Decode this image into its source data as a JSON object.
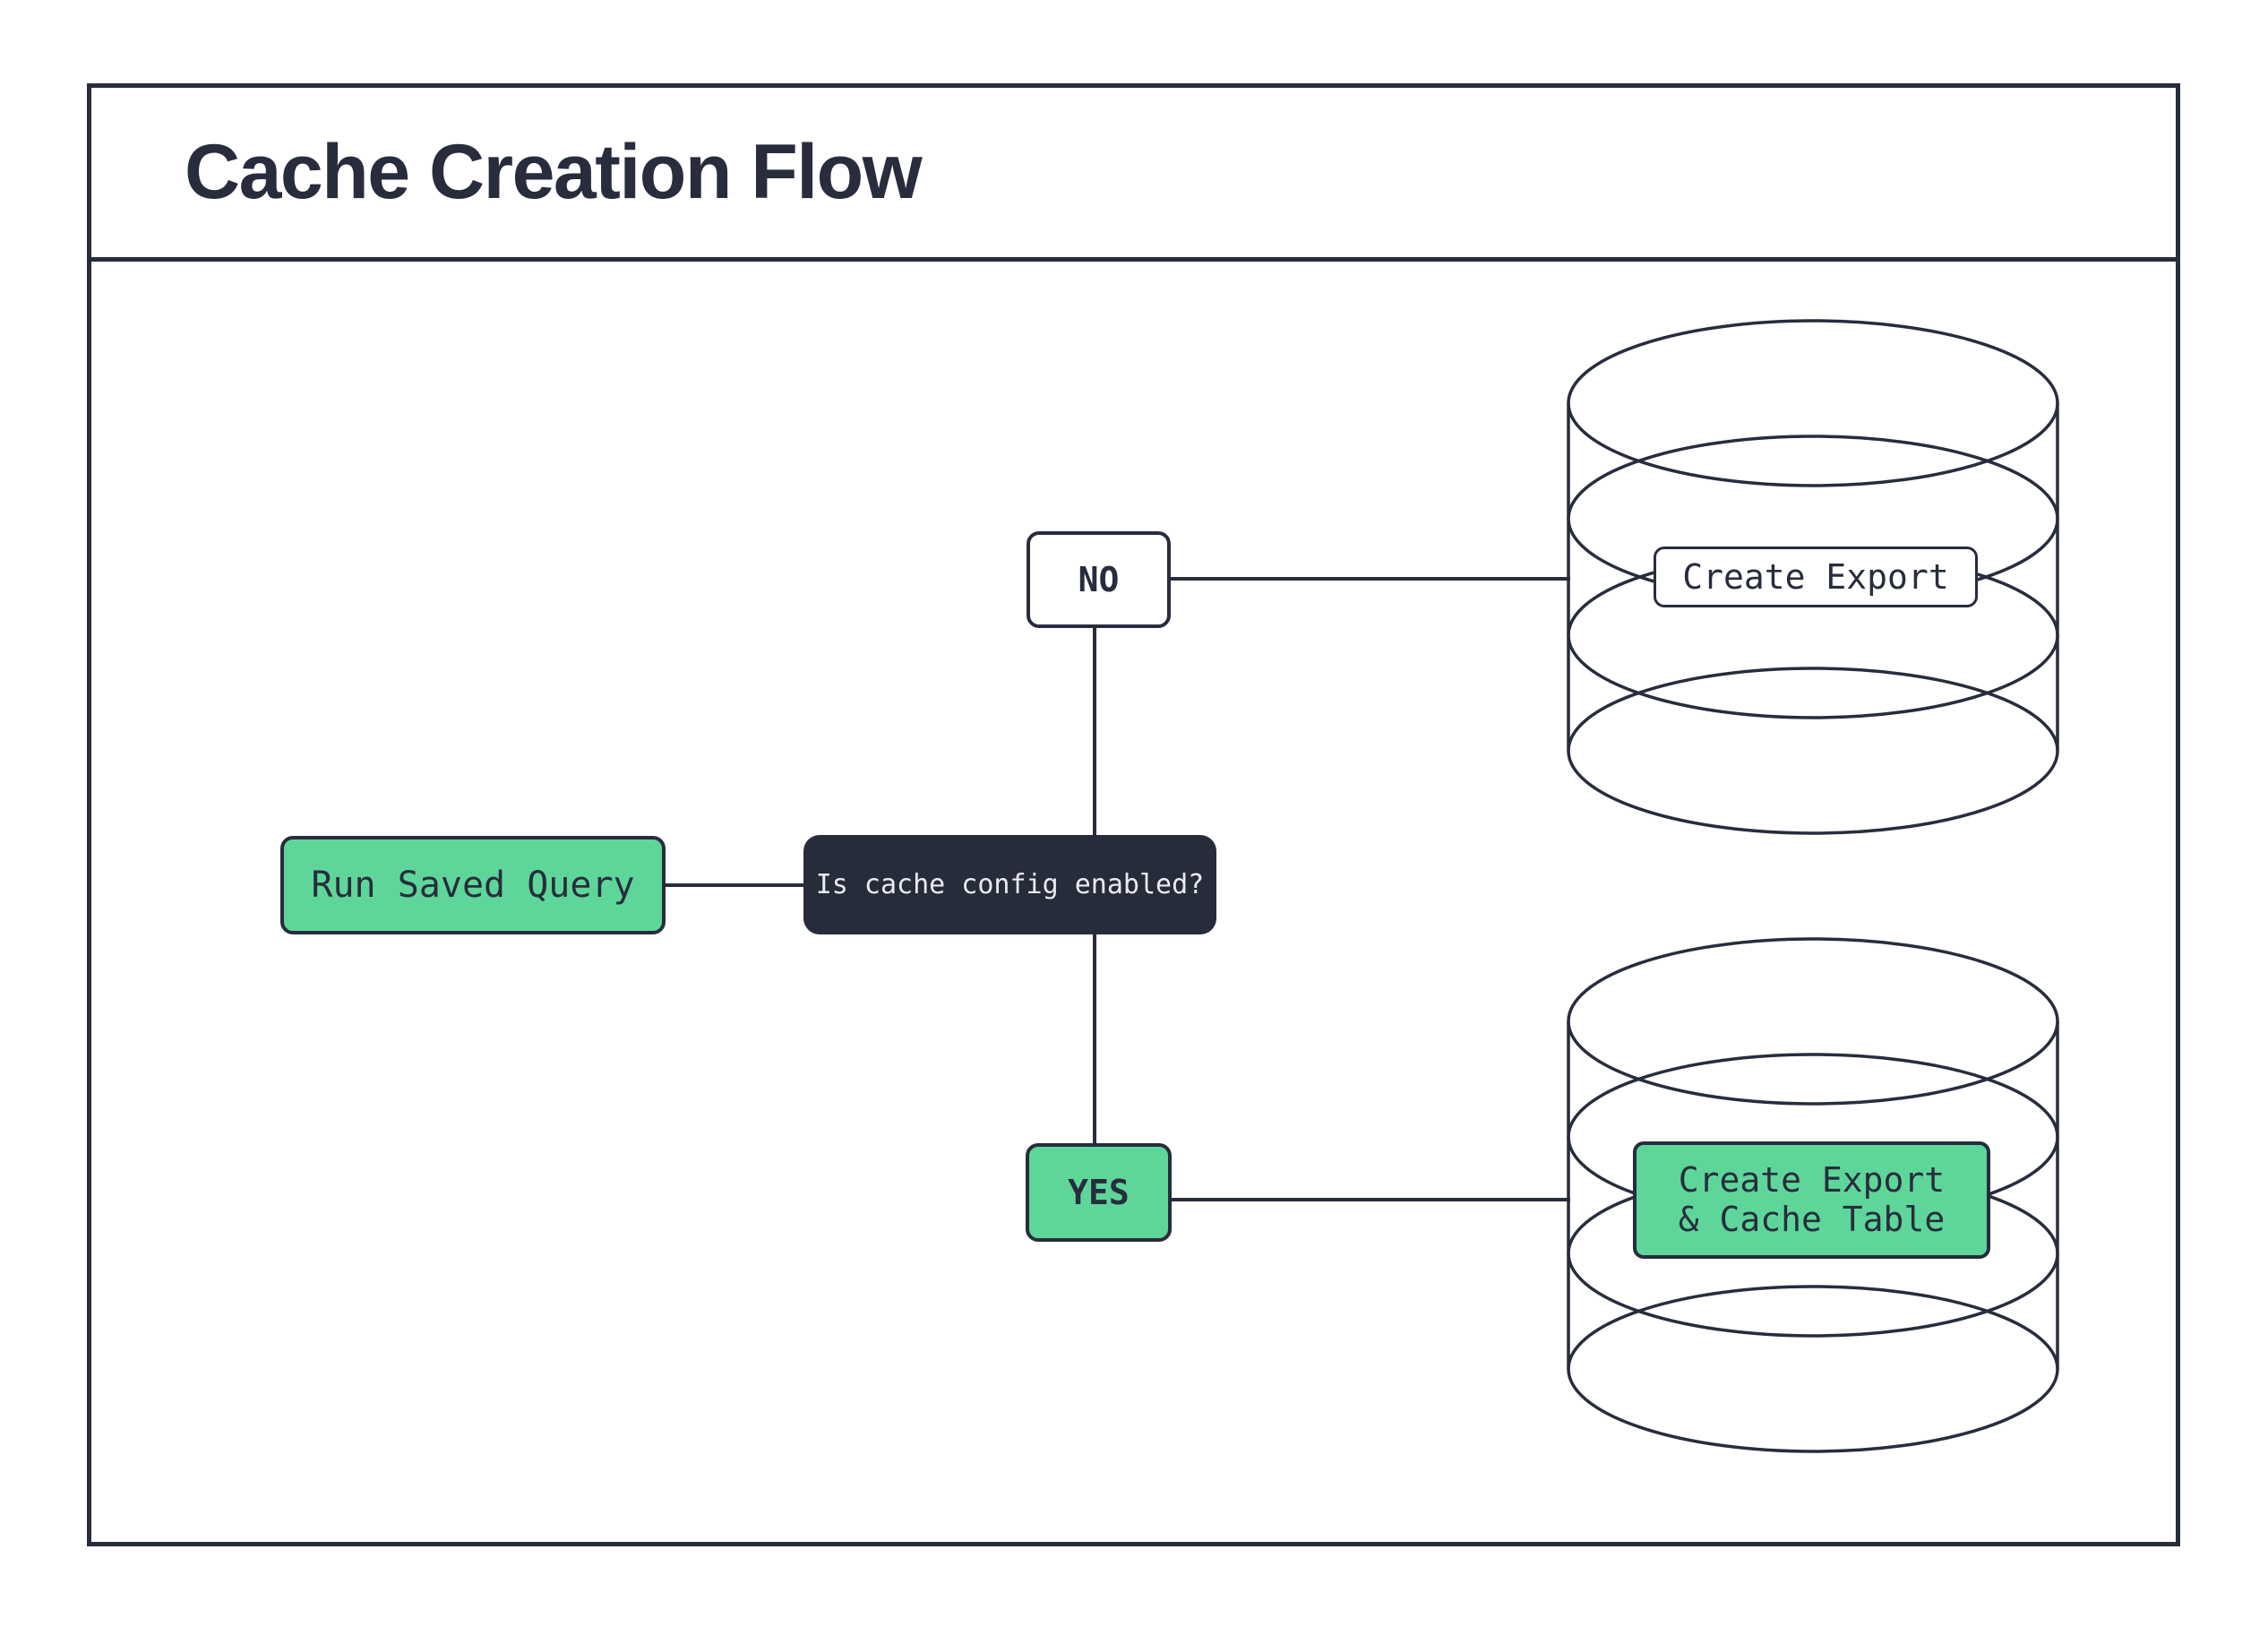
{
  "page": {
    "title": "Cache Creation Flow"
  },
  "colors": {
    "ink": "#272d3d",
    "green": "#5ed69a",
    "question_bg": "#272c3b",
    "question_text": "#e9ebf0",
    "paper": "#ffffff"
  },
  "nodes": {
    "run_saved_query": {
      "label": "Run Saved Query"
    },
    "question": {
      "label": "Is cache config enabled?"
    },
    "no": {
      "label": "NO"
    },
    "yes": {
      "label": "YES"
    },
    "create_export": {
      "label": "Create Export"
    },
    "create_export_cache": {
      "line1": "Create Export",
      "line2": "& Cache Table"
    }
  },
  "icons": {
    "top": "database-cylinder-icon",
    "bottom": "database-cylinder-icon"
  },
  "edges": [
    {
      "from": "run_saved_query",
      "to": "question"
    },
    {
      "from": "question",
      "to": "no"
    },
    {
      "from": "no",
      "to": "create_export"
    },
    {
      "from": "question",
      "to": "yes"
    },
    {
      "from": "yes",
      "to": "create_export_cache"
    }
  ]
}
